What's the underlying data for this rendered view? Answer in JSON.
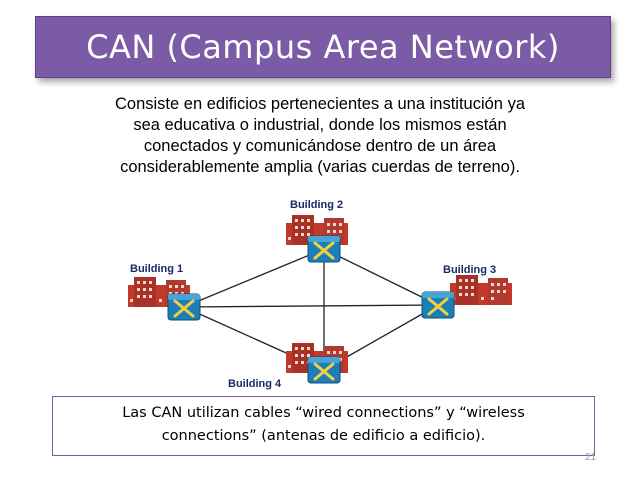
{
  "slide": {
    "title": "CAN (Campus Area Network)",
    "intro_lines": [
      "Consiste en edificios pertenecientes a una institución ya",
      "sea educativa o industrial, donde los mismos están",
      "conectados y comunicándose dentro de un área",
      "considerablemente amplia (varias cuerdas de terreno)."
    ],
    "footer_lines": [
      "Las CAN utilizan  cables “wired connections”  y “wireless",
      "connections” (antenas de edificio a edificio)."
    ],
    "page_number": "21"
  },
  "diagram": {
    "buildings": [
      {
        "label": "Building 1"
      },
      {
        "label": "Building 2"
      },
      {
        "label": "Building 3"
      },
      {
        "label": "Building 4"
      }
    ],
    "colors": {
      "building": "#c0392b",
      "window": "#f4d6cf",
      "switch": "#1b7fb8",
      "switch_x": "#f4d03f",
      "link": "#222222"
    }
  }
}
